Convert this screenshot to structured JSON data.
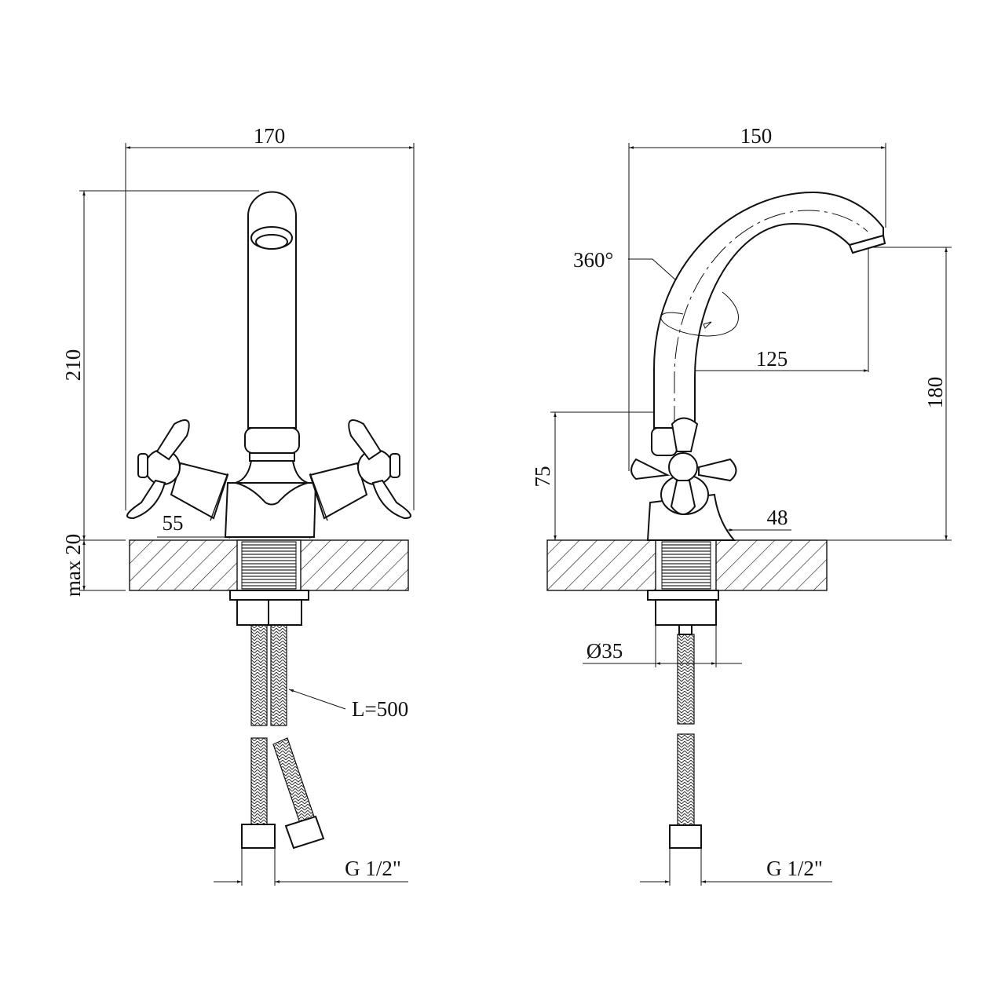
{
  "front_view": {
    "width_label": "170",
    "height_label": "210",
    "counter_label": "max 20",
    "base_label": "55",
    "hose_label": "L=500",
    "thread_label": "G 1/2\""
  },
  "side_view": {
    "width_label": "150",
    "rotation_label": "360°",
    "reach_label": "125",
    "height_label": "180",
    "handle_height_label": "75",
    "base_label": "48",
    "hole_label": "Ø35",
    "thread_label": "G 1/2\""
  },
  "colors": {
    "line": "#111111",
    "background": "#ffffff"
  }
}
